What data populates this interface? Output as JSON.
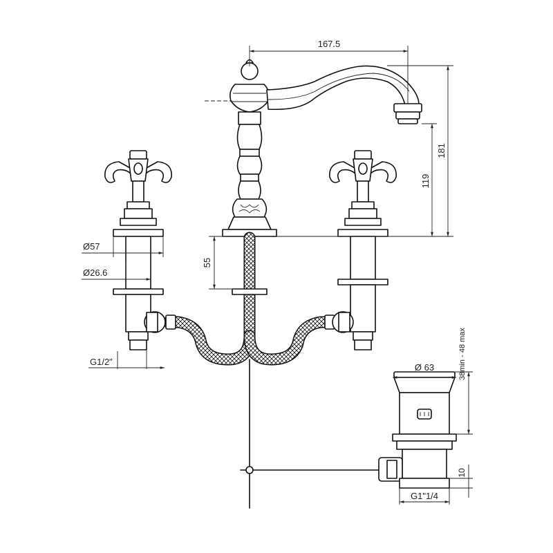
{
  "dimensions": {
    "spout_reach": "167.5",
    "total_height": "181",
    "spout_height": "119",
    "handle_flange_dia": "Ø57",
    "handle_body_dia": "Ø26.6",
    "shank_length": "55",
    "inlet_thread": "G1/2\"",
    "drain_head_dia": "Ø 63",
    "drain_adjust_range": "38min - 48 max",
    "drain_thread": "G1\"1/4",
    "drain_thread_length": "10"
  }
}
